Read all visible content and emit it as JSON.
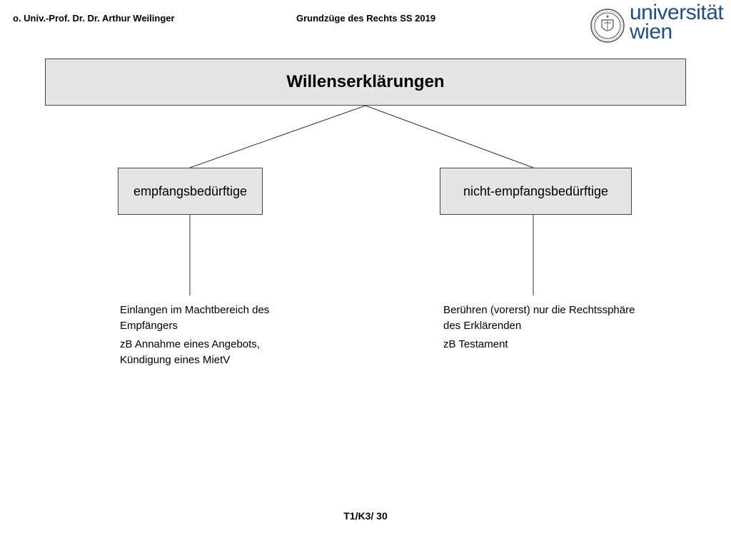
{
  "header": {
    "author": "o. Univ.-Prof. Dr. Dr. Arthur Weilinger",
    "course": "Grundzüge des Rechts SS 2019"
  },
  "logo": {
    "line1": "universität",
    "line2": "wien",
    "color": "#1f4e8c"
  },
  "diagram": {
    "root": "Willenserklärungen",
    "left": {
      "label": "empfangsbedürftige",
      "description": "Einlangen im Machtbereich des Empfängers",
      "example": "zB Annahme eines Angebots, Kündigung eines MietV"
    },
    "right": {
      "label": "nicht-empfangsbedürftige",
      "description": "Berühren (vorerst) nur die Rechtssphäre des Erklärenden",
      "example": "zB Testament"
    }
  },
  "footer": {
    "page": "T1/K3/ 30"
  }
}
